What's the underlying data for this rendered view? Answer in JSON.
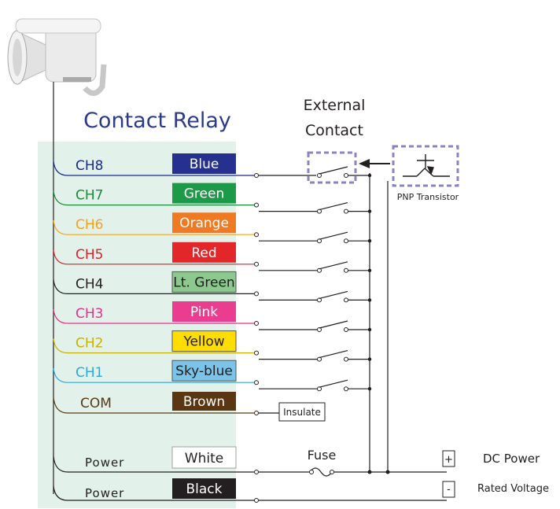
{
  "title": "Contact Relay",
  "external_contact": [
    "External",
    "Contact"
  ],
  "transistor_label": "PNP Transistor",
  "channels": [
    {
      "name": "CH8",
      "color": "Blue",
      "fg": "#1a2b8c",
      "bg": "#26318f",
      "text": "#ffffff"
    },
    {
      "name": "CH7",
      "color": "Green",
      "fg": "#1a8c3a",
      "bg": "#1c9a48",
      "text": "#ffffff"
    },
    {
      "name": "CH6",
      "color": "Orange",
      "fg": "#f4a31b",
      "bg": "#f07a24",
      "text": "#ffffff"
    },
    {
      "name": "CH5",
      "color": "Red",
      "fg": "#d8232a",
      "bg": "#e2262a",
      "text": "#ffffff"
    },
    {
      "name": "CH4",
      "color": "Lt. Green",
      "fg": "#231f20",
      "bg": "#8dc98f",
      "text": "#231f20"
    },
    {
      "name": "CH3",
      "color": "Pink",
      "fg": "#e4348a",
      "bg": "#ea3d8f",
      "text": "#ffffff"
    },
    {
      "name": "CH2",
      "color": "Yellow",
      "fg": "#c7b200",
      "bg": "#ffdd00",
      "text": "#231f20"
    },
    {
      "name": "CH1",
      "color": "Sky-blue",
      "fg": "#2ea7df",
      "bg": "#7ac4ea",
      "text": "#231f20"
    }
  ],
  "com": {
    "name": "COM",
    "color": "Brown",
    "fg": "#5a3a12",
    "bg": "#5b3612",
    "text": "#ffffff",
    "insulate": "Insulate"
  },
  "power": [
    {
      "name": "Power",
      "color": "White",
      "bg": "#ffffff",
      "text": "#231f20",
      "symbol": "+",
      "label": "DC Power"
    },
    {
      "name": "Power",
      "color": "Black",
      "bg": "#231f20",
      "text": "#ffffff",
      "symbol": "-",
      "label": "Rated Voltage"
    }
  ],
  "fuse_label": "Fuse",
  "colors": {
    "panel": "#e2f1ea",
    "title": "#2b3a8c",
    "dashed": "#8a84c0",
    "wire": "#231f20"
  }
}
